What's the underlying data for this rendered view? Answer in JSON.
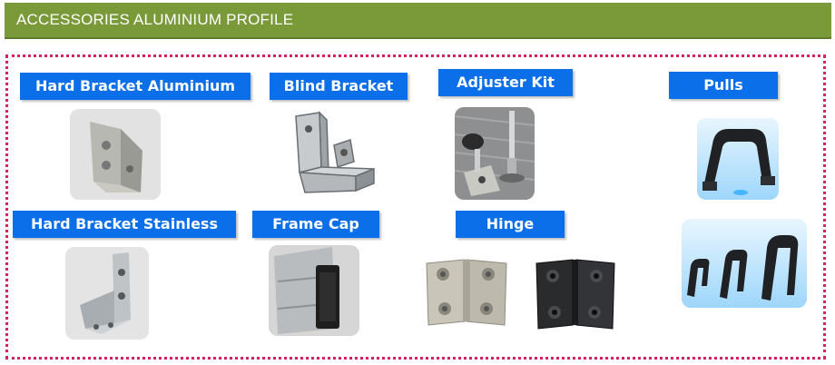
{
  "header": {
    "title": "ACCESSORIES ALUMINIUM PROFILE"
  },
  "products": [
    {
      "label": "Hard Bracket Aluminium",
      "icon": "aluminium-bracket-photo"
    },
    {
      "label": "Blind Bracket",
      "icon": "blind-bracket-photo"
    },
    {
      "label": "Adjuster Kit",
      "icon": "adjuster-kit-photo"
    },
    {
      "label": "Pulls",
      "icon": "pull-handle-photo"
    },
    {
      "label": "Hard Bracket Stainless",
      "icon": "stainless-bracket-photo"
    },
    {
      "label": "Frame Cap",
      "icon": "frame-cap-photo"
    },
    {
      "label": "Hinge",
      "icon": "hinge-photo"
    }
  ],
  "colors": {
    "header_bg": "#7a9a3a",
    "label_bg": "#0a6fe8",
    "frame_border": "#d0245a"
  }
}
